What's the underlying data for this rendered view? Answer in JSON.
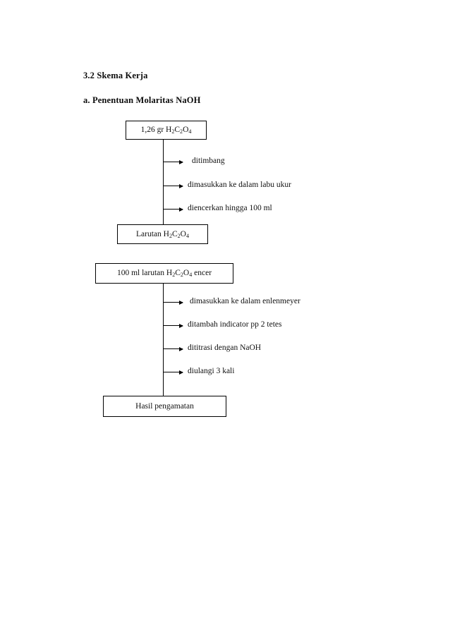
{
  "document": {
    "headings": {
      "section": "3.2 Skema Kerja",
      "subsection": "a. Penentuan Molaritas NaOH"
    }
  },
  "flowchart": {
    "nodes": [
      {
        "id": "oxalic-solid",
        "text_parts": [
          "1,26 gr H",
          "2",
          "C",
          "2",
          "O",
          "4"
        ],
        "text": "1,26 gr H2C2O4"
      },
      {
        "id": "oxalic-sol",
        "text_parts": [
          "Larutan H",
          "2",
          "C",
          "2",
          "O",
          "4"
        ],
        "text": "Larutan H2C2O4"
      },
      {
        "id": "diluted-sol",
        "text_parts": [
          "100 ml larutan H",
          "2",
          "C",
          "2",
          "O",
          "4",
          " encer"
        ],
        "text": "100 ml larutan H2C2O4 encer"
      },
      {
        "id": "observation",
        "text": "Hasil pengamatan"
      }
    ],
    "steps_upper": [
      "ditimbang",
      "dimasukkan ke dalam labu ukur",
      "diencerkan hingga 100 ml"
    ],
    "steps_lower": [
      "dimasukkan ke dalam enlenmeyer",
      "ditambah indicator pp 2 tetes",
      "dititrasi dengan NaOH",
      "diulangi 3 kali"
    ]
  },
  "colors": {
    "page_background": "#ffffff",
    "text": "#111111",
    "line": "#000000"
  }
}
